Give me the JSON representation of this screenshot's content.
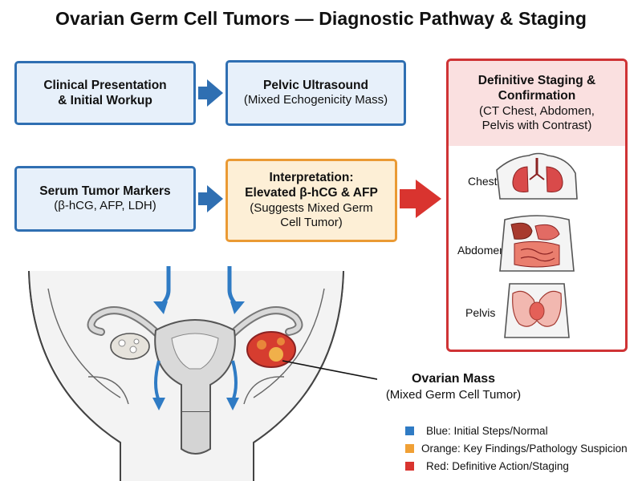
{
  "title": "Ovarian Germ Cell Tumors — Diagnostic Pathway & Staging",
  "boxes": {
    "clinical": {
      "line1": "Clinical Presentation",
      "line2": "& Initial Workup"
    },
    "ultrasound": {
      "line1": "Pelvic Ultrasound",
      "line2": "(Mixed Echogenicity Mass)"
    },
    "markers": {
      "line1": "Serum Tumor Markers",
      "line2": "(β-hCG, AFP, LDH)"
    },
    "interpretation": {
      "line1": "Interpretation:",
      "line2": "Elevated β-hCG & AFP",
      "line3": "(Suggests Mixed Germ",
      "line4": "Cell Tumor)"
    }
  },
  "staging": {
    "line1": "Definitive Staging &",
    "line2": "Confirmation",
    "line3": "(CT Chest, Abdomen,",
    "line4": "Pelvis with Contrast)",
    "organs": {
      "chest": "Chest",
      "abdomen": "Abdomen",
      "pelvis": "Pelvis"
    }
  },
  "mass_callout": {
    "line1": "Ovarian Mass",
    "line2": "(Mixed Germ Cell Tumor)"
  },
  "legend": [
    {
      "color": "#2f7bc4",
      "text": "Blue: Initial Steps/Normal"
    },
    {
      "color": "#f0a035",
      "text": "Orange: Key Findings/Pathology Suspicion"
    },
    {
      "color": "#d9342f",
      "text": "Red: Definitive Action/Staging"
    }
  ],
  "colors": {
    "blue": "#2f6fb2",
    "orange": "#ea9a34",
    "red": "#cf3335"
  }
}
